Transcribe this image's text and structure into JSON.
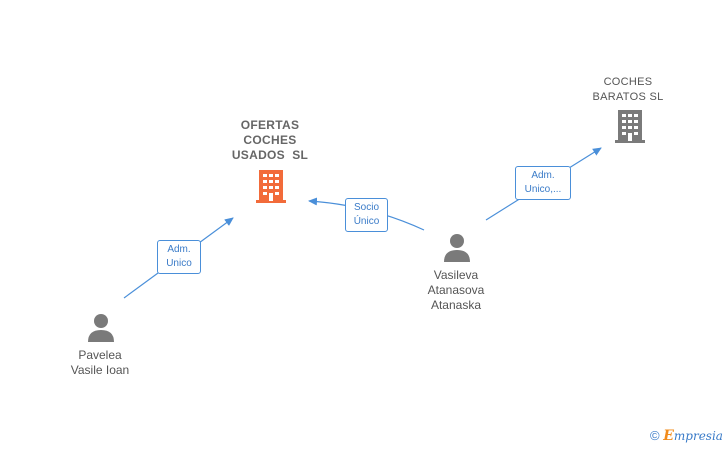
{
  "nodes": {
    "ofertas": {
      "lines": [
        "OFERTAS",
        "COCHES",
        "USADOS  SL"
      ],
      "type": "company",
      "highlighted": true
    },
    "coches": {
      "lines": [
        "COCHES",
        "BARATOS SL"
      ],
      "type": "company",
      "highlighted": false
    },
    "vasileva": {
      "lines": [
        "Vasileva",
        "Atanasova",
        "Atanaska"
      ],
      "type": "person"
    },
    "pavelea": {
      "lines": [
        "Pavelea",
        "Vasile Ioan"
      ],
      "type": "person"
    }
  },
  "edges": {
    "pavelea_ofertas": {
      "lines": [
        "Adm.",
        "Unico"
      ]
    },
    "vasileva_ofertas": {
      "lines": [
        "Socio",
        "Único"
      ]
    },
    "vasileva_coches": {
      "lines": [
        "Adm.",
        "Unico,..."
      ]
    }
  },
  "footer": {
    "copyright": "©",
    "brand_first": "E",
    "brand_rest": "mpresia"
  },
  "colors": {
    "highlight_building": "#f26b3a",
    "building": "#7a7a7a",
    "person": "#7a7a7a",
    "edge": "#4a8fd9"
  }
}
